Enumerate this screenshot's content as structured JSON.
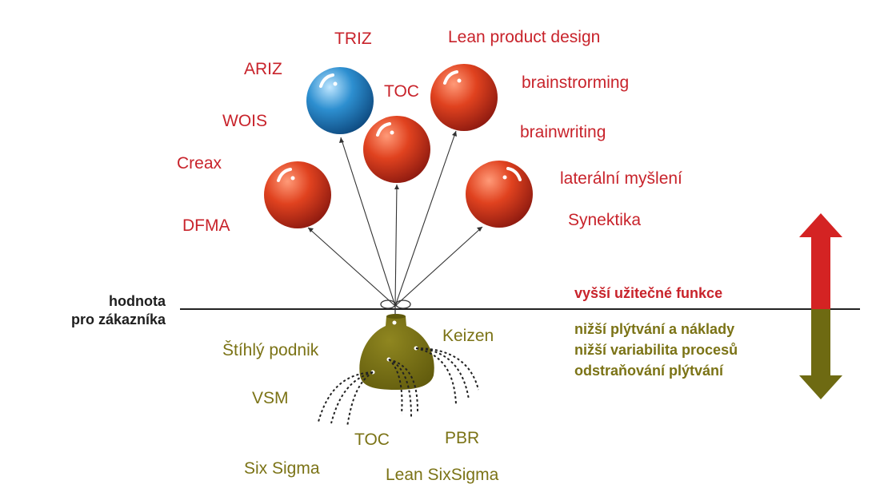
{
  "axis_label": {
    "line1": "hodnota",
    "line2": "pro zákazníka"
  },
  "upper_labels": [
    "TRIZ",
    "Lean product design",
    "ARIZ",
    "TOC",
    "brainstrorming",
    "WOIS",
    "brainwriting",
    "Creax",
    "laterální myšlení",
    "DFMA",
    "Synektika"
  ],
  "lower_labels": [
    "Keizen",
    "Štíhlý podnik",
    "VSM",
    "TOC",
    "PBR",
    "Six Sigma",
    "Lean SixSigma"
  ],
  "up_effect": "vyšší užitečné funkce",
  "down_effects": [
    "nižší plýtvání a náklady",
    "nižší variabilita procesů",
    "odstraňování plýtvání"
  ],
  "colors": {
    "upper_text": "#c8232b",
    "lower_text": "#7b7316",
    "balloon_red": "#d8361f",
    "balloon_blue": "#2a86c4",
    "sandbag": "#7b7316",
    "arrow_up": "#d42323",
    "arrow_down": "#6e6a12",
    "baseline": "#222222"
  },
  "icons": {
    "balloons": "balloon-icon",
    "sandbag": "sandbag-icon",
    "arrows": "double-arrow-icon"
  }
}
